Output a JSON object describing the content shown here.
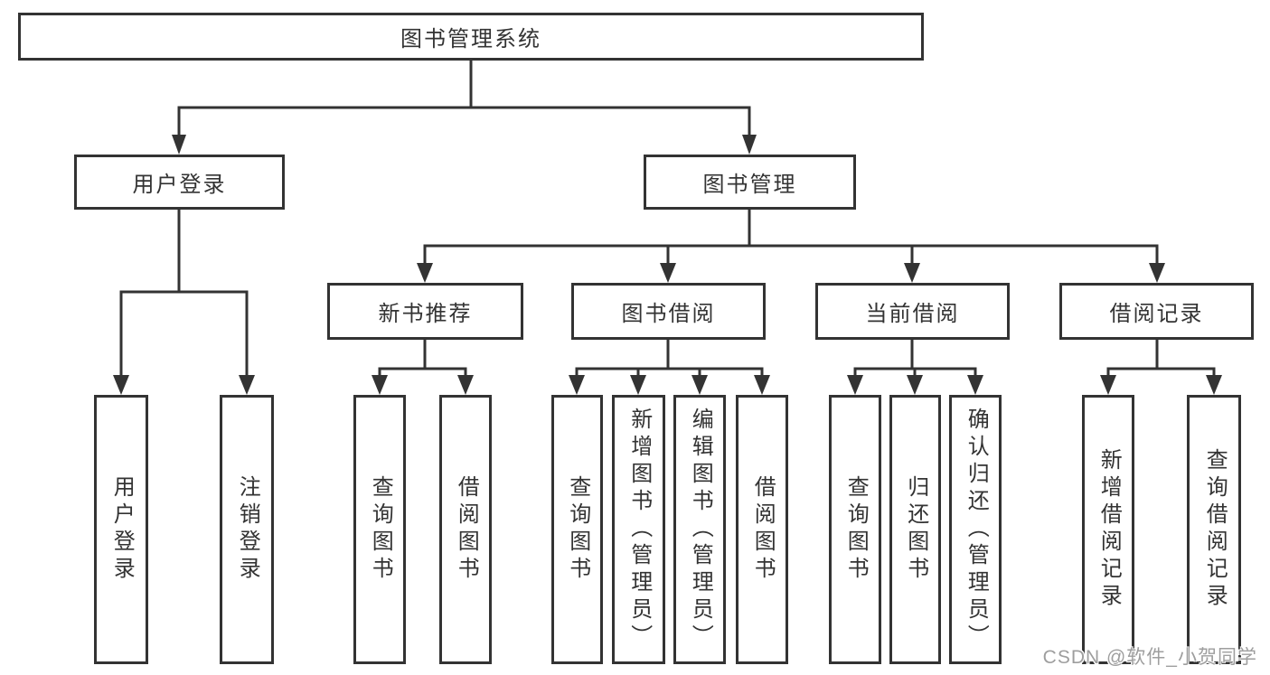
{
  "nodes": {
    "root": "图书管理系统",
    "user_login": "用户登录",
    "book_mgmt": "图书管理",
    "new_book_rec": "新书推荐",
    "book_borrow": "图书借阅",
    "current_borrow": "当前借阅",
    "borrow_records": "借阅记录",
    "ul_user_login": "用户登录",
    "ul_logout": "注销登录",
    "nb_query_book": "查询图书",
    "nb_borrow_book": "借阅图书",
    "bb_query_book": "查询图书",
    "bb_add_book": "新增图书（管理员）",
    "bb_edit_book": "编辑图书（管理员）",
    "bb_borrow_book": "借阅图书",
    "cb_query_book": "查询图书",
    "cb_return_book": "归还图书",
    "cb_confirm_return": "确认归还（管理员）",
    "br_add_record": "新增借阅记录",
    "br_query_record": "查询借阅记录"
  },
  "watermark": {
    "text": "CSDN @软件_小贺同学"
  },
  "colors": {
    "line": "#333333",
    "text": "#333333",
    "background": "#ffffff",
    "watermark": "#9e9e9e"
  }
}
